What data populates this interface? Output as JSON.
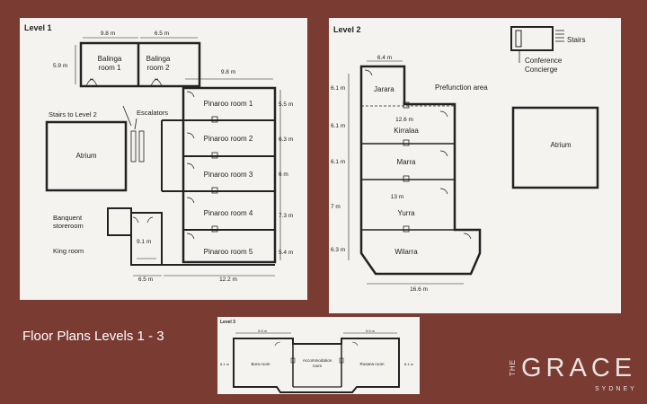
{
  "caption": "Floor Plans  Levels 1 - 3",
  "logo": {
    "the": "THE",
    "grace": "GRACE",
    "sydney": "SYDNEY"
  },
  "level1": {
    "title": "Level 1",
    "balinga1": [
      "Balinga",
      "room 1"
    ],
    "balinga2": [
      "Balinga",
      "room 2"
    ],
    "dim_balinga_w1": "9.8 m",
    "dim_balinga_w2": "6.5 m",
    "dim_balinga_h": "5.9 m",
    "dim_pinaroo_w": "9.8 m",
    "stairs": "Stairs to Level 2",
    "escalators": "Escalators",
    "atrium": "Atrium",
    "pinaroo": [
      "Pinaroo room 1",
      "Pinaroo room 2",
      "Pinaroo room 3",
      "Pinaroo room 4",
      "Pinaroo room 5"
    ],
    "pinaroo_dims": [
      "5.5 m",
      "6.3 m",
      "6 m",
      "7.3 m",
      "5.4 m"
    ],
    "banquet": [
      "Banquent",
      "storeroom"
    ],
    "king": "King room",
    "dim_king_h": "9.1 m",
    "dim_bottom_1": "6.5 m",
    "dim_bottom_2": "12.2 m"
  },
  "level2": {
    "title": "Level 2",
    "stairs": "Stairs",
    "conference": [
      "Conference",
      "Concierge"
    ],
    "atrium": "Atrium",
    "dim_top": "6.4 m",
    "jarara": "Jarara",
    "prefunction": "Prefunction area",
    "dim_kirralaa_w": "12.6 m",
    "kirralaa": "Kirralaa",
    "marra": "Marra",
    "dim_yurra_w": "13 m",
    "yurra": "Yurra",
    "wilarra": "Wilarra",
    "side_dims": [
      "6.1 m",
      "6.1 m",
      "6.1 m",
      "7 m",
      "6.3 m"
    ],
    "dim_bottom": "16.6 m"
  },
  "level3": {
    "title": "Level 3",
    "dim_left": "9.5 m",
    "dim_right": "9.5 m",
    "dim_h_left": "8.1 m",
    "dim_h_right": "8.1 m",
    "bora": "Bora room",
    "accommodation": [
      "Accommodation",
      "room"
    ],
    "rosana": "Rosana room"
  },
  "colors": {
    "background": "#7a3b33",
    "panel": "#f4f3ef",
    "line": "#222222",
    "caption": "#ffffff"
  }
}
